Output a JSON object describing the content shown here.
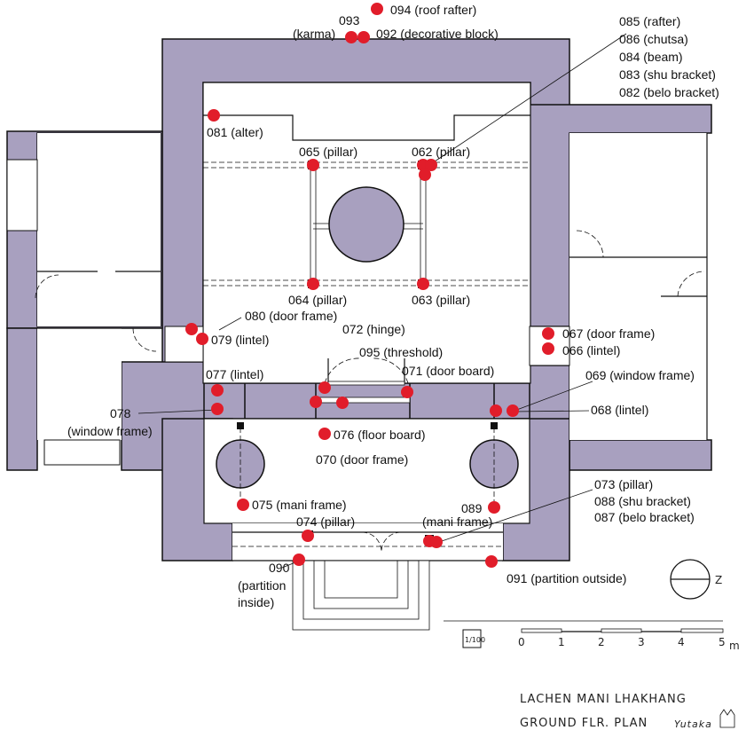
{
  "title": {
    "line1": "LACHEN MANI LHAKHANG",
    "line2": "GROUND FLR. PLAN",
    "signature": "Yutaka"
  },
  "scale": {
    "ratio": "1/100",
    "ticks": [
      "0",
      "1",
      "2",
      "3",
      "4",
      "5"
    ],
    "unit": "m"
  },
  "north_label": "Z",
  "labels": {
    "l094": "094 (roof rafter)",
    "l093": "093",
    "l_karma": "(karma)",
    "l092": "092 (decorative block)",
    "l085": "085 (rafter)",
    "l086": "086 (chutsa)",
    "l084": "084 (beam)",
    "l083": "083 (shu bracket)",
    "l082": "082 (belo bracket)",
    "l081": "081 (alter)",
    "l065": "065 (pillar)",
    "l062": "062 (pillar)",
    "l064": "064 (pillar)",
    "l063": "063 (pillar)",
    "l080": "080 (door frame)",
    "l079": "079 (lintel)",
    "l072": "072 (hinge)",
    "l067": "067 (door frame)",
    "l066": "066 (lintel)",
    "l095": "095 (threshold)",
    "l071": "071 (door board)",
    "l077": "077 (lintel)",
    "l069": "069 (window frame)",
    "l078a": "078",
    "l078b": "(window frame)",
    "l068": "068 (lintel)",
    "l076": "076 (floor board)",
    "l070": "070 (door frame)",
    "l073": "073 (pillar)",
    "l088": "088 (shu bracket)",
    "l087": "087 (belo bracket)",
    "l075": "075 (mani frame)",
    "l074": "074 (pillar)",
    "l089a": "089",
    "l089b": "(mani frame)",
    "l090a": "090",
    "l090b": "(partition",
    "l090c": "inside)",
    "l091": "091 (partition outside)"
  }
}
